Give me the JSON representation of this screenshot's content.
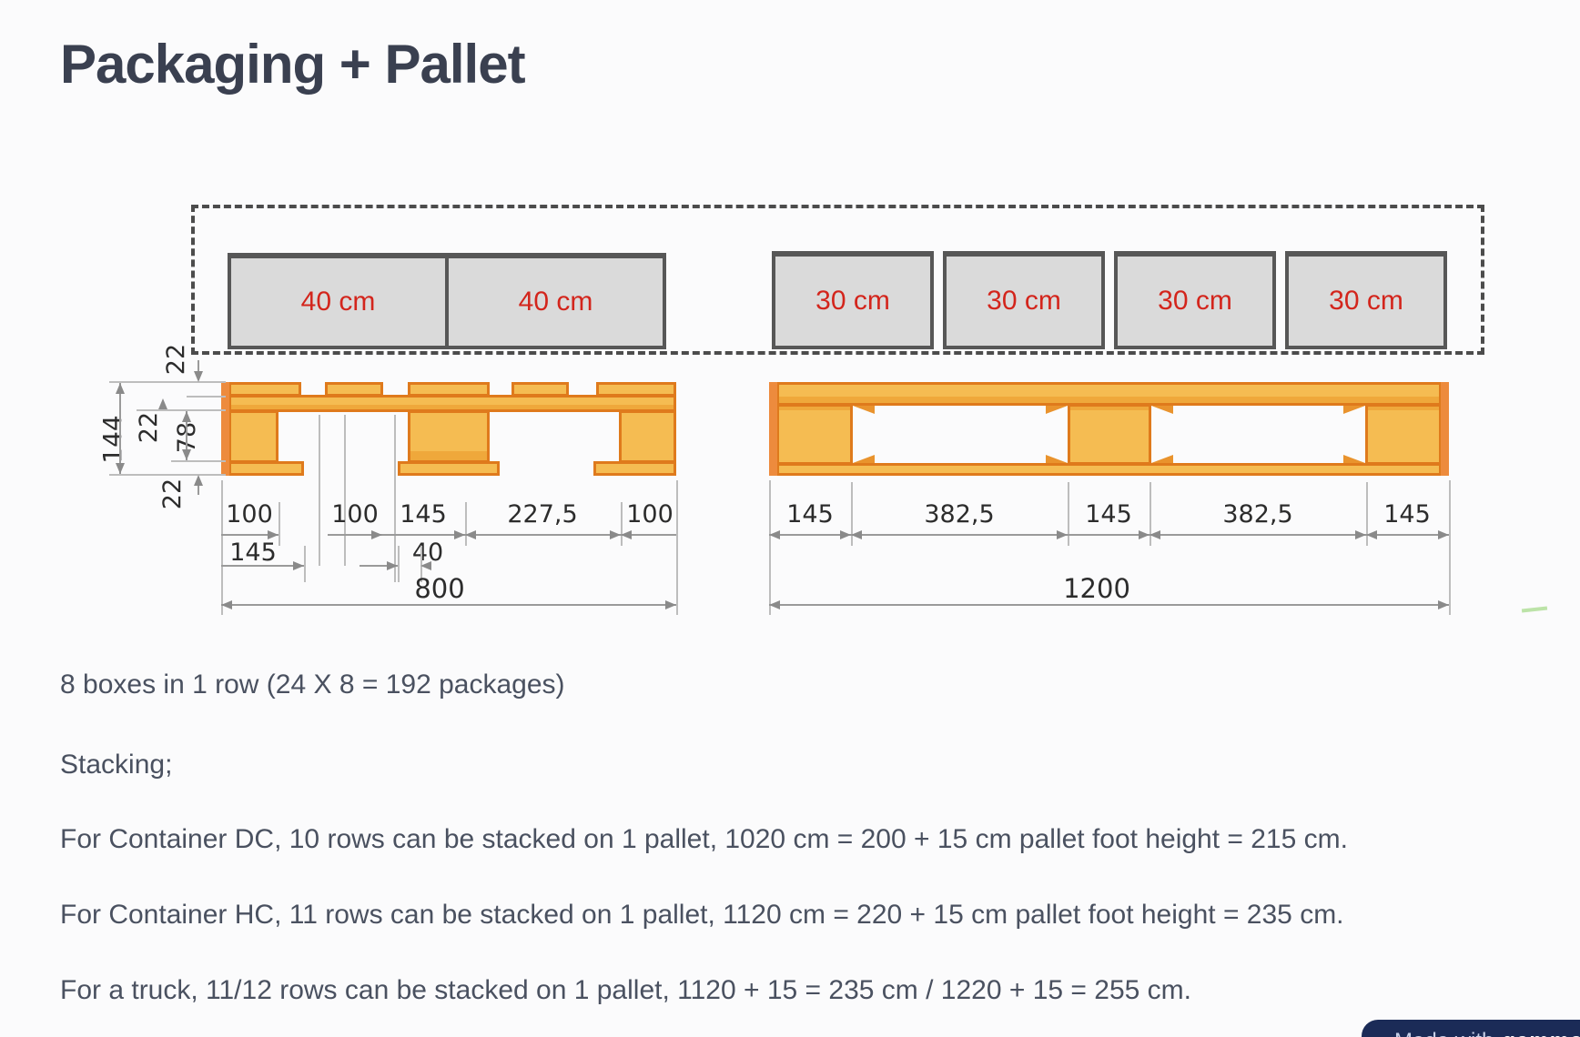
{
  "title": "Packaging + Pallet",
  "diagram": {
    "boxes": {
      "large": [
        "40 cm",
        "40 cm"
      ],
      "small": [
        "30 cm",
        "30 cm",
        "30 cm",
        "30 cm"
      ]
    },
    "left_pallet": {
      "vertical_dims": {
        "top_board": "22",
        "total": "144",
        "stringer": "22",
        "foot": "78",
        "bottom_board": "22"
      },
      "dim_row1": [
        "100",
        "100",
        "145",
        "227,5",
        "100"
      ],
      "dim_row2": [
        "145",
        "40"
      ],
      "overall": "800"
    },
    "right_pallet": {
      "dim_row1": [
        "145",
        "382,5",
        "145",
        "382,5",
        "145"
      ],
      "overall": "1200"
    }
  },
  "notes": [
    "8 boxes in 1 row (24 X 8 = 192 packages)",
    "Stacking;",
    "For Container DC, 10 rows can be stacked on 1 pallet, 1020 cm = 200 + 15 cm pallet foot height = 215 cm.",
    "For Container HC, 11 rows can be stacked on 1 pallet, 1120 cm = 220 + 15 cm pallet foot height = 235 cm.",
    "For a truck, 11/12 rows can be stacked on 1 pallet, 1120 + 15 = 235 cm / 1220 + 15 = 255 cm."
  ],
  "badge": {
    "prefix": "Made with",
    "brand": "gamma"
  },
  "colors": {
    "pallet_fill": "#F5BC52",
    "pallet_border": "#DF7A1C",
    "box_fill": "#DADADA",
    "box_border": "#575757",
    "dim_label_red": "#D3251C",
    "text": "#4A5160",
    "badge_navy": "#1B2B57"
  }
}
